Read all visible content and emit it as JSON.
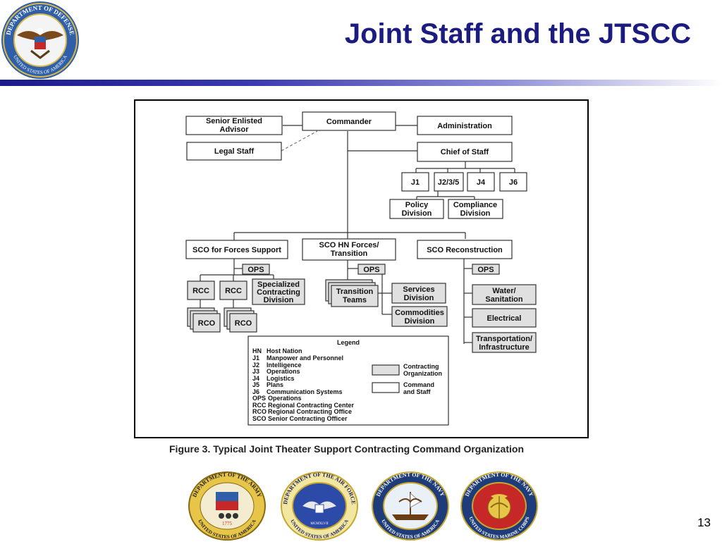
{
  "slide": {
    "title": "Joint Staff and the JTSCC",
    "page_number": "13",
    "caption": "Figure 3. Typical Joint Theater Support Contracting Command Organization"
  },
  "seals": {
    "top": [
      "DEPARTMENT",
      "OF",
      "DEFENSE",
      "UNITED",
      "STATES",
      "OF",
      "AMERICA"
    ],
    "army": [
      "DEPARTMENT",
      "OF",
      "THE",
      "ARMY",
      "UNITED",
      "STATES",
      "OF",
      "AMERICA",
      "1775"
    ],
    "air_force": [
      "DEPARTMENT",
      "OF",
      "THE",
      "AIR",
      "FORCE",
      "UNITED",
      "STATES",
      "OF",
      "AMERICA",
      "MCMXLVII"
    ],
    "navy": [
      "DEPARTMENT",
      "OF",
      "THE",
      "NAVY",
      "UNITED",
      "STATES",
      "OF",
      "AMERICA"
    ],
    "marines": [
      "DEPARTMENT",
      "OF",
      "THE",
      "NAVY",
      "UNITED",
      "STATES",
      "MARINE",
      "CORPS"
    ]
  },
  "org": {
    "senior_enlisted": [
      "Senior Enlisted",
      "Advisor"
    ],
    "commander": "Commander",
    "administration": "Administration",
    "legal_staff": "Legal Staff",
    "chief_of_staff": "Chief of Staff",
    "j1": "J1",
    "j235": "J2/3/5",
    "j4": "J4",
    "j6": "J6",
    "policy": [
      "Policy",
      "Division"
    ],
    "compliance": [
      "Compliance",
      "Division"
    ],
    "sco_forces": "SCO for Forces Support",
    "sco_hn": [
      "SCO HN Forces/",
      "Transition"
    ],
    "sco_recon": "SCO Reconstruction",
    "ops": "OPS",
    "rcc": "RCC",
    "rco": "RCO",
    "specialized": [
      "Specialized",
      "Contracting",
      "Division"
    ],
    "transition_teams": [
      "Transition",
      "Teams"
    ],
    "services": [
      "Services",
      "Division"
    ],
    "commodities": [
      "Commodities",
      "Division"
    ],
    "water": [
      "Water/",
      "Sanitation"
    ],
    "electrical": "Electrical",
    "transport": [
      "Transportation/",
      "Infrastructure"
    ]
  },
  "legend": {
    "title": "Legend",
    "items": [
      {
        "code": "HN",
        "desc": "Host Nation"
      },
      {
        "code": "J1",
        "desc": "Manpower and Personnel"
      },
      {
        "code": "J2",
        "desc": "Intelligence"
      },
      {
        "code": "J3",
        "desc": "Operations"
      },
      {
        "code": "J4",
        "desc": "Logistics"
      },
      {
        "code": "J5",
        "desc": "Plans"
      },
      {
        "code": "J6",
        "desc": "Communication Systems"
      },
      {
        "code": "OPS",
        "desc": "Operations"
      },
      {
        "code": "RCC",
        "desc": "Regional Contracting Center"
      },
      {
        "code": "RCO",
        "desc": "Regional Contracting Office"
      },
      {
        "code": "SCO",
        "desc": "Senior Contracting Officer"
      }
    ],
    "key_contracting": [
      "Contracting",
      "Organization"
    ],
    "key_command": [
      "Command",
      "and Staff"
    ]
  },
  "colors": {
    "title": "#1c1c80",
    "contracting_fill": "#e0e0e0",
    "command_fill": "#ffffff"
  }
}
